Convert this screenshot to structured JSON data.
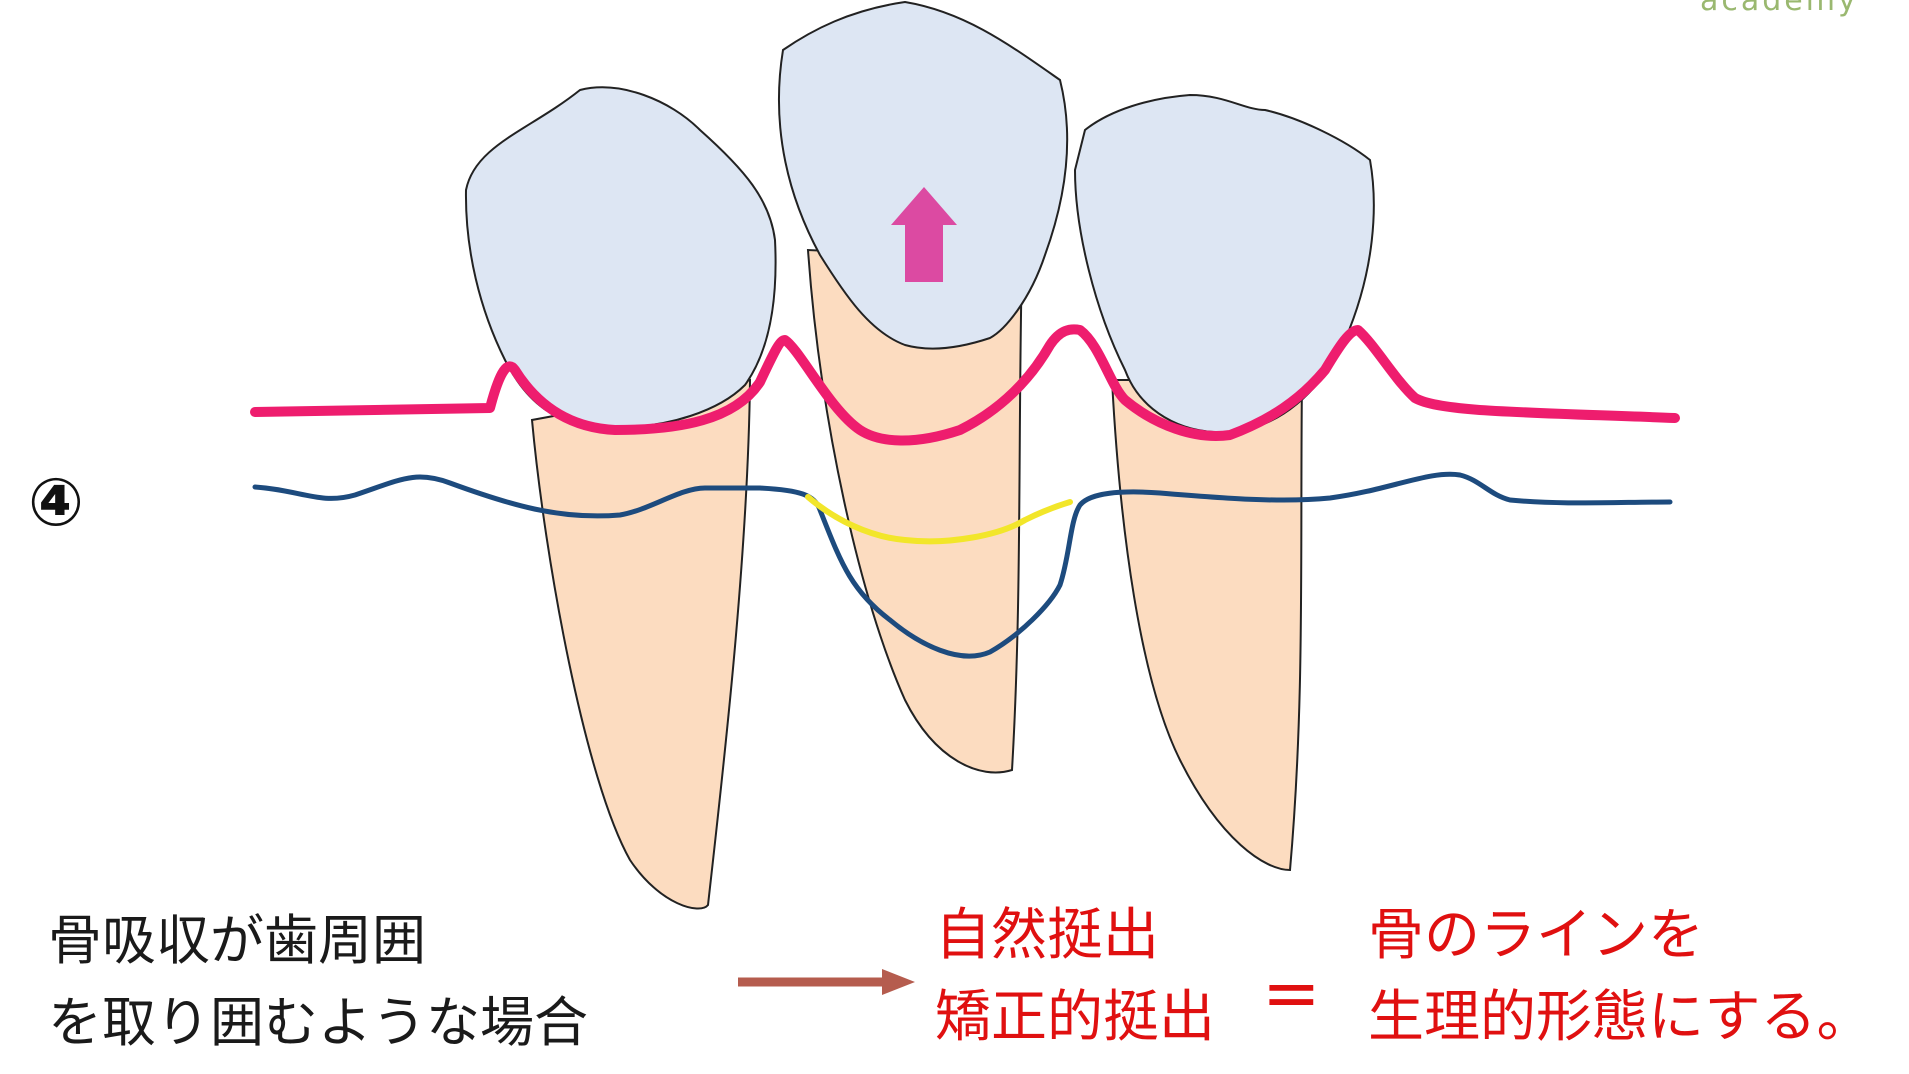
{
  "step_number": "④",
  "condition": {
    "line1": "骨吸収が歯周囲",
    "line2": "を取り囲むような場合"
  },
  "methods": {
    "line1": "自然挺出",
    "line2": "矯正的挺出"
  },
  "equals_sign": "=",
  "result": {
    "line1": "骨のラインを",
    "line2": "生理的形態にする。"
  },
  "logo_partial": "academy",
  "colors": {
    "crown_fill": "#dde6f3",
    "root_fill": "#fcdcc0",
    "outline": "#222222",
    "gingiva_line": "#ee1d6e",
    "bone_line": "#1d4b7e",
    "restored_bone_line": "#f2e62a",
    "extrusion_arrow": "#dc4aa2",
    "pointer_arrow": "#b55c4e",
    "red_text": "#e01010"
  },
  "icons": {
    "extrusion_arrow": "up-arrow-icon",
    "pointer_arrow": "right-arrow-icon"
  }
}
